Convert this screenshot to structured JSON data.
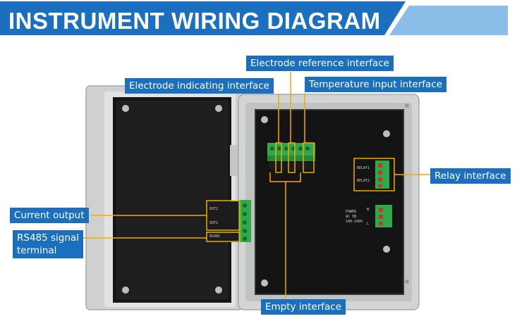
{
  "banner": {
    "title": "INSTRUMENT WIRING DIAGRAM",
    "color": "#1a6fbf"
  },
  "labels": {
    "electrode_reference": "Electrode reference interface",
    "electrode_indicating": "Electrode indicating interface",
    "temperature_input": "Temperature input interface",
    "relay": "Relay interface",
    "current_output": "Current output",
    "rs485_line1": "RS485 signal",
    "rs485_line2": "terminal",
    "empty": "Empty interface"
  },
  "board_text": {
    "relay1": "RELAY1",
    "relay2": "RELAY2",
    "power_l1": "POWER",
    "power_l2": "AC IN",
    "power_l3": "100-240V",
    "pin_n": "N",
    "pin_l": "L",
    "out2": "OUT2",
    "out1": "OUT1",
    "rs485": "RS485"
  },
  "colors": {
    "accent": "#1a6fbf",
    "leader_line": "#f2a900",
    "terminal_green": "#2eaa4a",
    "panel_black": "#151515",
    "enclosure_gray": "#d2d4d3"
  }
}
